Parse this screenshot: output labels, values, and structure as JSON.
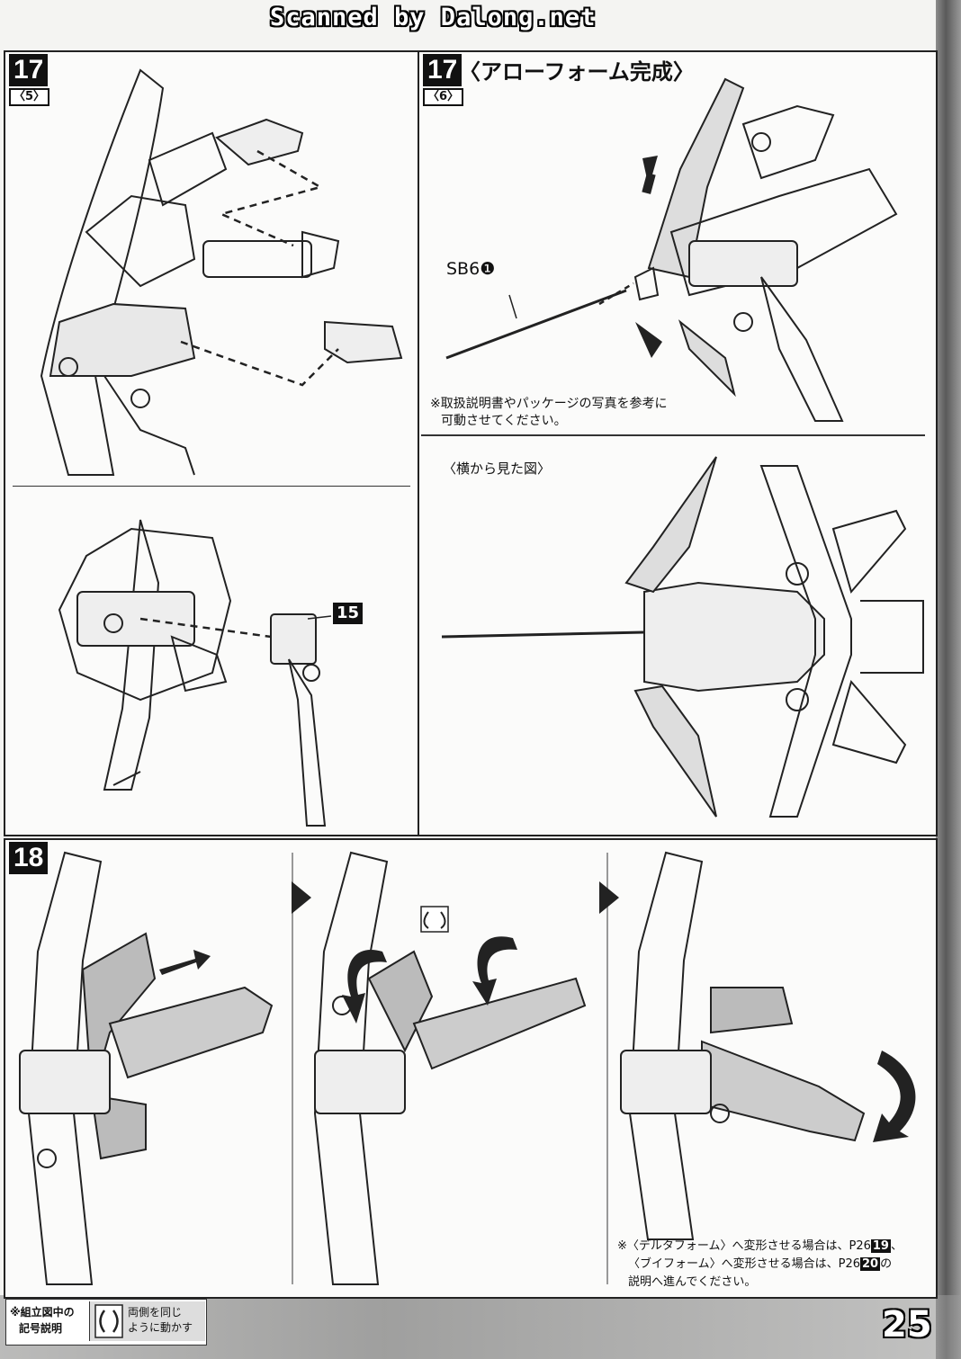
{
  "scan_banner": "Scanned by Dalong.net",
  "page_number": "25",
  "step17a": {
    "number": "17",
    "sub": "〈5〉"
  },
  "step17b": {
    "number": "17",
    "sub": "〈6〉",
    "title": "〈アローフォーム完成〉",
    "part_code": "SB6",
    "part_mark": "❶",
    "note_line1": "※取扱説明書やパッケージの写真を参考に",
    "note_line2": "可動させてください。",
    "side_view": "〈横から見た図〉"
  },
  "step17c": {
    "part_number": "15"
  },
  "step18": {
    "number": "18",
    "note_prefix": "※〈デルタフォーム〉へ変形させる場合は、P26",
    "note_ref1": "19",
    "note_mid": "、",
    "note_prefix2": "〈ブイフォーム〉へ変形させる場合は、P26",
    "note_ref2": "20",
    "note_suffix": "の",
    "note_line3": "説明へ進んでください。"
  },
  "legend": {
    "heading_line1": "※組立図中の",
    "heading_line2": "記号説明",
    "desc_line1": "両側を同じ",
    "desc_line2": "ように動かす"
  }
}
